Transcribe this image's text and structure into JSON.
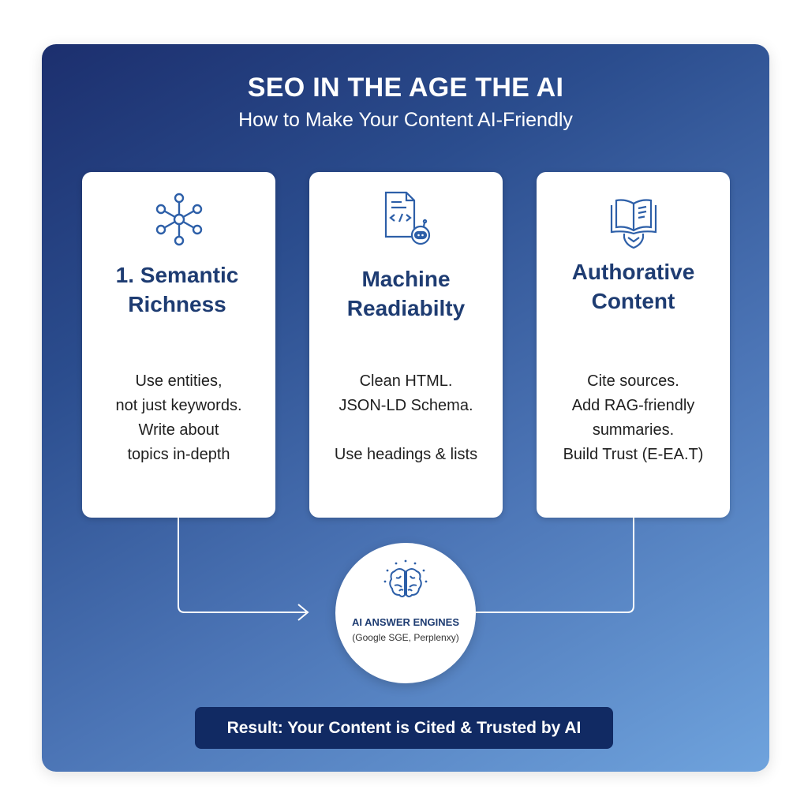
{
  "header": {
    "title": "SEO IN THE AGE THE AI",
    "subtitle": "How to Make Your Content AI-Friendly"
  },
  "cards": [
    {
      "icon": "network-nodes-icon",
      "title_lines": [
        "1. Semantic",
        "Richness"
      ],
      "body_lines": [
        "Use entities,",
        "not just keywords.",
        "Write about",
        "topics in-depth"
      ]
    },
    {
      "icon": "code-document-robot-icon",
      "title_lines": [
        "Machine",
        "Readiabilty"
      ],
      "body_lines": [
        "Clean HTML.",
        "JSON-LD Schema.",
        "",
        "Use headings & lists"
      ]
    },
    {
      "icon": "book-shield-icon",
      "title_lines": [
        "Authorative",
        "Content"
      ],
      "body_lines": [
        "Cite sources.",
        "Add RAG-friendly",
        "summaries.",
        "Build Trust (E-EA.T)"
      ]
    }
  ],
  "hub": {
    "icon": "brain-icon",
    "title": "AI ANSWER ENGINES",
    "subtitle": "(Google SGE, Perplenxy)"
  },
  "result": {
    "label": "Result: Your Content is Cited & Trusted by AI"
  },
  "colors": {
    "panel_top": "#1c2f6e",
    "panel_bottom": "#6fa3dd",
    "heading_blue": "#1e3c72",
    "icon_blue": "#2d5fa8",
    "result_bg": "#112a63"
  }
}
